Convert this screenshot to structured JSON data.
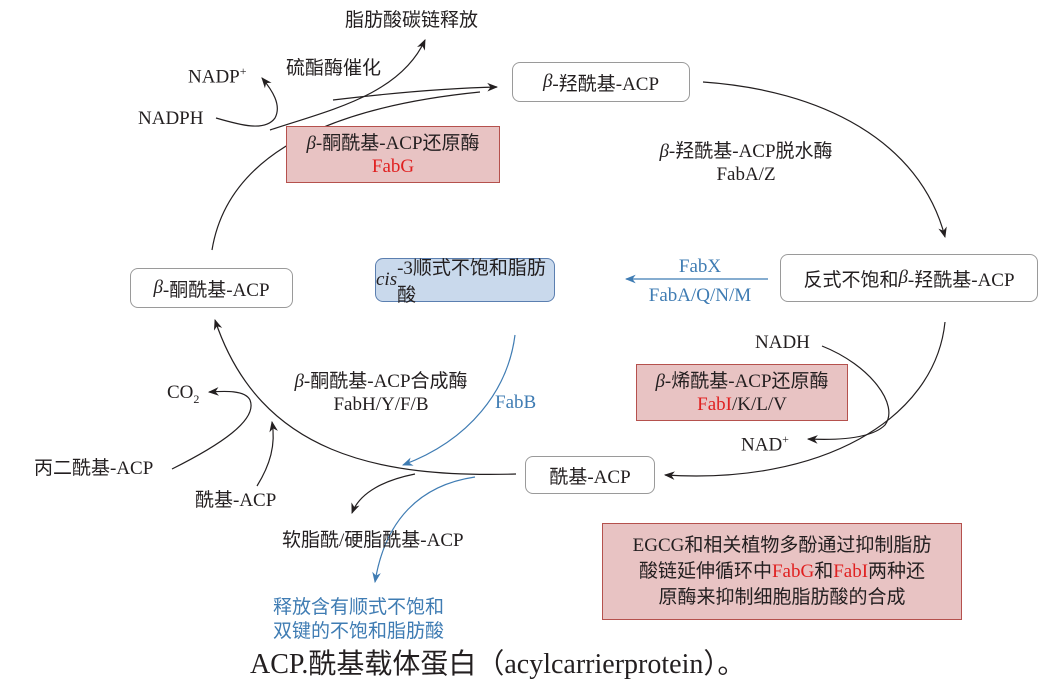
{
  "top": {
    "release_label": "脂肪酸碳链释放",
    "thioesterase_label": "硫酯酶催化",
    "nadp_plus": "NADP",
    "nadp_plus_sup": "+",
    "nadph": "NADPH"
  },
  "nodes": {
    "hydroxyacyl_acp": {
      "prefix": "β",
      "rest": "-羟酰基-ACP"
    },
    "ketoacyl_acp": {
      "prefix": "β",
      "rest": "-酮酰基-ACP"
    },
    "cis3": {
      "prefix": "cis",
      "rest": "-3顺式不饱和脂肪酸"
    },
    "trans_unsat": {
      "pre": "反式不饱和",
      "beta": "β",
      "rest": "-羟酰基-ACP"
    },
    "acyl_acp": {
      "label": "酰基-ACP"
    }
  },
  "enzymes": {
    "fabg_box": {
      "line1_beta": "β",
      "line1_rest": "-酮酰基-ACP还原酶",
      "line2": "FabG"
    },
    "dehydratase": {
      "line1_beta": "β",
      "line1_rest": "-羟酰基-ACP脱水酶",
      "line2": "FabA/Z"
    },
    "isomerase": {
      "top": "FabX",
      "bottom": "FabA/Q/N/M"
    },
    "fabi_box": {
      "line1_beta": "β",
      "line1_rest": "-烯酰基-ACP还原酶",
      "line2_red": "FabI",
      "line2_rest": "/K/L/V"
    },
    "synthase": {
      "line1_beta": "β",
      "line1_rest": "-酮酰基-ACP合成酶",
      "line2": "FabH/Y/F/B"
    },
    "fabb": "FabB"
  },
  "cofactors": {
    "nadh": "NADH",
    "nad_plus": "NAD",
    "nad_plus_sup": "+",
    "co2": "CO",
    "co2_sub": "2",
    "malonyl_acp": "丙二酰基-ACP",
    "acyl_acp_input": "酰基-ACP"
  },
  "products": {
    "palmitoyl": "软脂酰/硬脂酰基-ACP",
    "unsat_release_line1": "释放含有顺式不饱和",
    "unsat_release_line2": "双键的不饱和脂肪酸"
  },
  "note_box": {
    "seg1": "EGCG和相关植物多酚通过抑制脂肪",
    "seg2a": "酸链延伸循环中",
    "seg2_fabg": "FabG",
    "seg2b": "和",
    "seg2_fabi": "FabI",
    "seg2c": "两种还",
    "seg3": "原酶来抑制细胞脂肪酸的合成"
  },
  "caption": "ACP.酰基载体蛋白（acylcarrierprotein）。",
  "colors": {
    "enzyme_box_fill": "#e8c3c3",
    "enzyme_box_border": "#b5514d",
    "highlight_red": "#e02020",
    "branch_blue": "#3f7cb3",
    "cis_node_fill": "#c9d9ec"
  }
}
